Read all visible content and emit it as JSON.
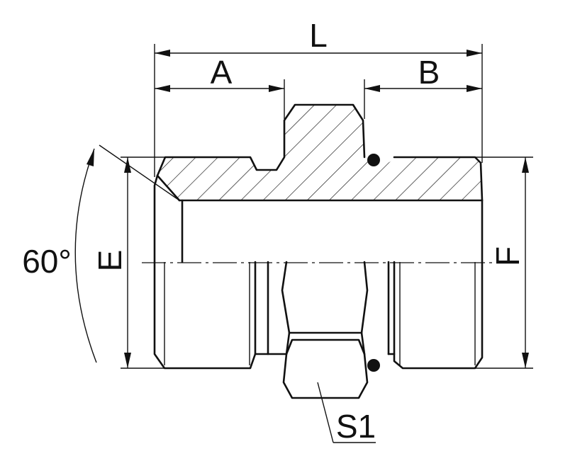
{
  "drawing": {
    "dimension_labels": {
      "overall_length": "L",
      "left_length": "A",
      "right_length": "B",
      "left_thread_diameter": "E",
      "right_thread_diameter": "F",
      "hex_size": "S1",
      "cone_angle": "60°"
    }
  }
}
